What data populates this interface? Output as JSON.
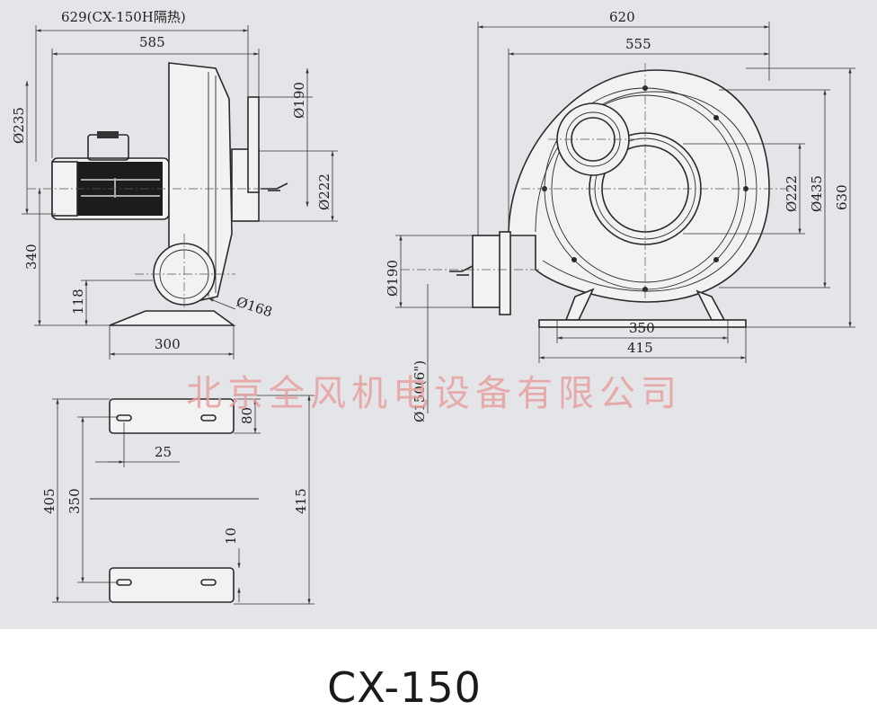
{
  "title": "CX-150",
  "company": "北京全风机电设备有限公司",
  "side_view": {
    "dim_total_length": "629(CX-150H隔热)",
    "dim_length": "585",
    "dim_motor_dia": "Ø235",
    "dim_inlet_dia": "Ø190",
    "dim_flange_dia": "Ø222",
    "dim_height_340": "340",
    "dim_height_118": "118",
    "dim_base": "300",
    "dim_outlet": "Ø168"
  },
  "front_view": {
    "dim_width_620": "620",
    "dim_width_555": "555",
    "dim_dia_222": "Ø222",
    "dim_dia_435": "Ø435",
    "dim_height_630": "630",
    "dim_outlet_190": "Ø190",
    "dim_outlet_150": "Ø150(6\")",
    "dim_base_350": "350",
    "dim_base_415": "415"
  },
  "base_view": {
    "dim_80": "80",
    "dim_25": "25",
    "dim_405": "405",
    "dim_350": "350",
    "dim_415": "415",
    "dim_10": "10"
  },
  "colors": {
    "background": "#e4e5e8",
    "watermark": "#e8a0a0"
  }
}
